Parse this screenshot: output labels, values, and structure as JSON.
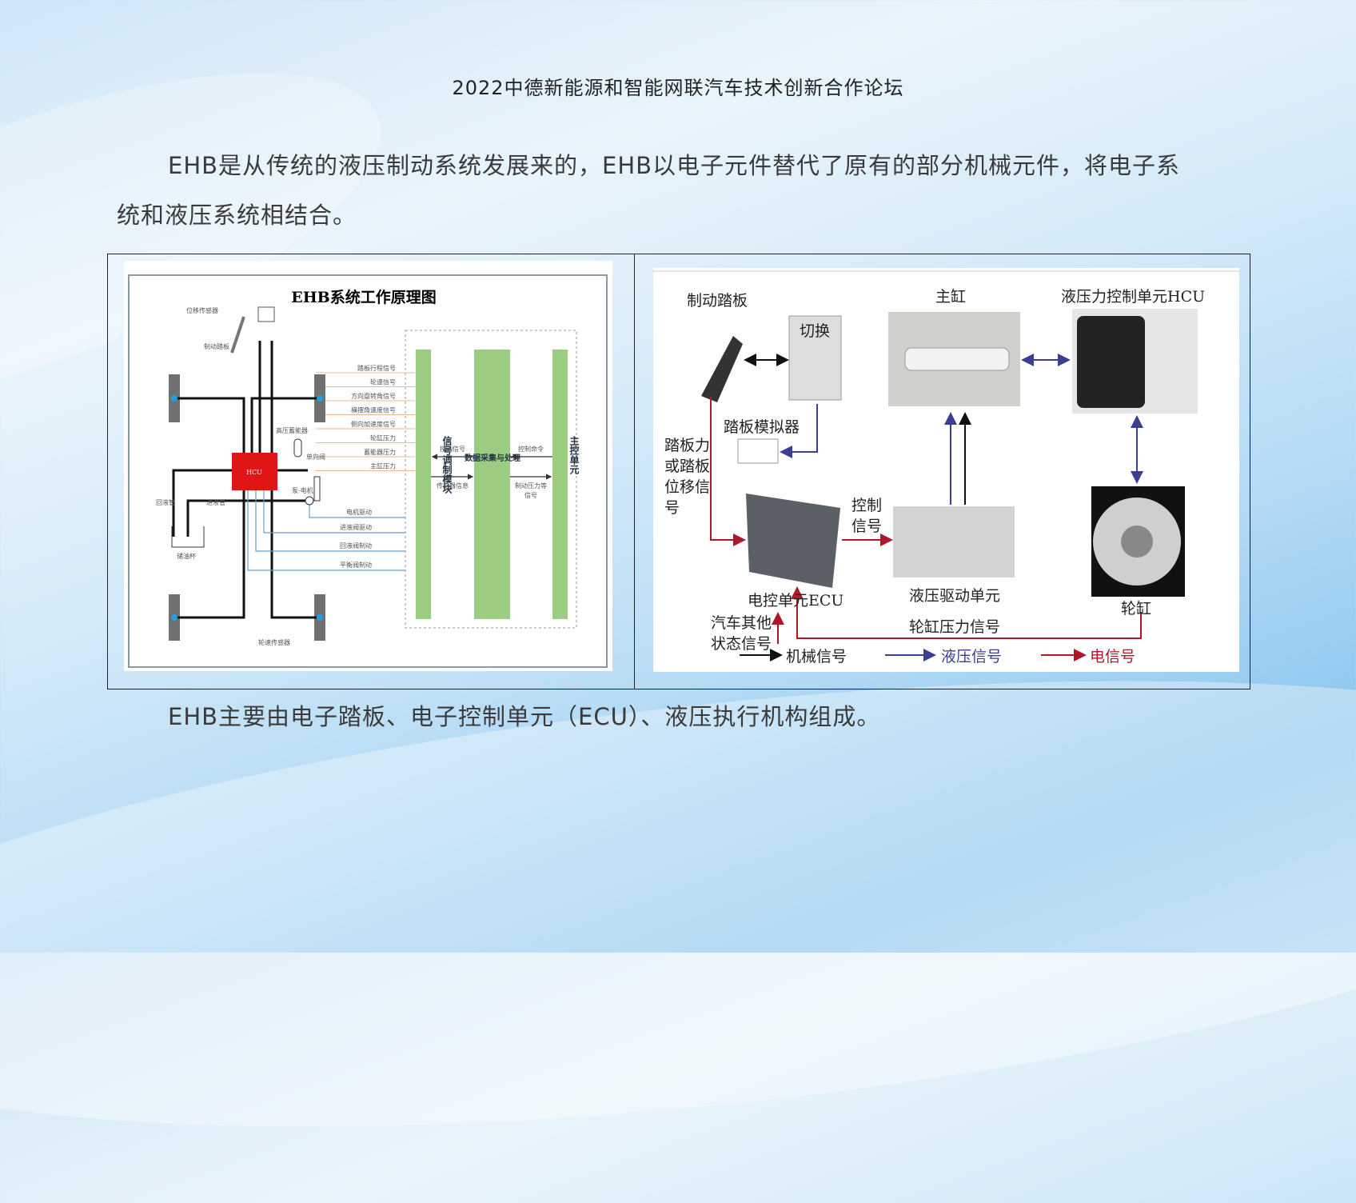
{
  "header": {
    "title": "2022中德新能源和智能网联汽车技术创新合作论坛"
  },
  "body": {
    "para1_line1": "EHB是从传统的液压制动系统发展来的，EHB以电子元件替代了原有的部分机械元件，将电子系",
    "para1_line2": "统和液压系统相结合。",
    "para2": "EHB主要由电子踏板、电子控制单元（ECU）、液压执行机构组成。"
  },
  "left_diagram": {
    "title": "EHB系统工作原理图",
    "components": {
      "displacement_sensor": "位移传感器",
      "brake_pedal": "制动踏板",
      "accumulator": "高压蓄能器",
      "check_valve": "单向阀",
      "pump_motor": "泵-电机",
      "return_pipe": "回液管",
      "inlet_pipe": "进液管",
      "reservoir": "储油杯",
      "wheel_speed_sensor": "轮速传感器",
      "hcu": "HCU"
    },
    "input_signals": [
      "踏板行程信号",
      "轮速信号",
      "方向盘转角信号",
      "横摆角速度信号",
      "侧向加速度信号",
      "轮缸压力",
      "蓄能器压力",
      "主缸压力"
    ],
    "output_signals": [
      "电机驱动",
      "进液阀驱动",
      "回液阀制动",
      "平衡阀制动"
    ],
    "modules": {
      "signal": "信号调制模块",
      "data": "数据采集与处理",
      "main": "主控单元"
    },
    "arrows": {
      "control_signal": "控制信号",
      "sensor_info": "传感器信息",
      "control_cmd": "控制命令",
      "brake_pressure_1": "制动压力等",
      "brake_pressure_2": "信号"
    }
  },
  "right_diagram": {
    "brake_pedal": "制动踏板",
    "switch": "切换",
    "master_cylinder": "主缸",
    "hcu": "液压力控制单元HCU",
    "pedal_simulator": "踏板模拟器",
    "pedal_signal": [
      "踏板力",
      "或踏板",
      "位移信",
      "号"
    ],
    "control_signal": [
      "控制",
      "信号"
    ],
    "ecu": "电控单元ECU",
    "hydraulic_drive": "液压驱动单元",
    "wheel_cylinder": "轮缸",
    "other_status": [
      "汽车其他",
      "状态信号"
    ],
    "wheel_pressure_signal": "轮缸压力信号",
    "legend": {
      "mechanical": "机械信号",
      "hydraulic": "液压信号",
      "electric": "电信号"
    },
    "colors": {
      "mechanical": "#111111",
      "hydraulic": "#3a3f8f",
      "electric": "#b0182a"
    }
  }
}
